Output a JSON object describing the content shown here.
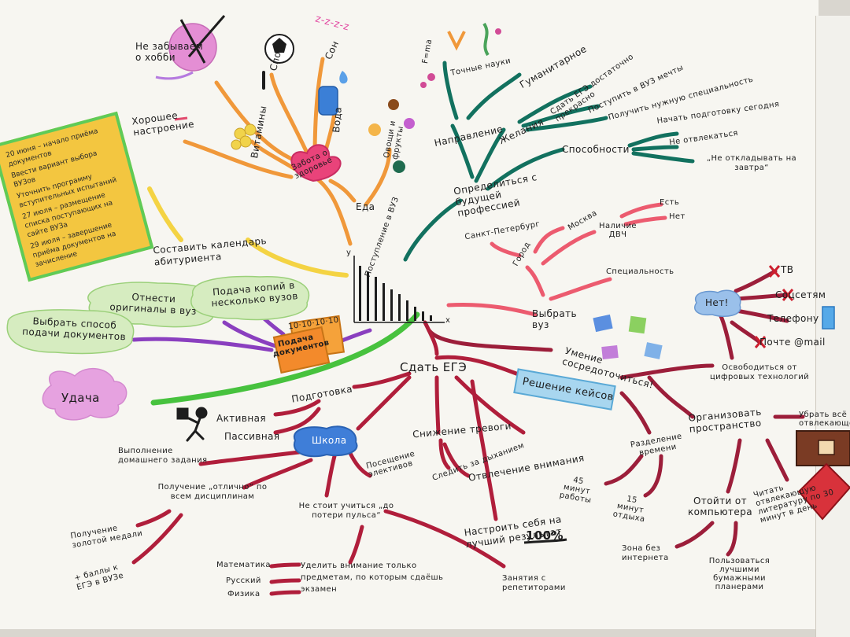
{
  "center": {
    "title": "Поступление в ВУЗ",
    "axis_y": "y",
    "axis_x": "x"
  },
  "health": {
    "center": "Забота о здоровье",
    "hobby": "Не забываем о хобби",
    "sport": "Спорт",
    "sleep": "Сон",
    "sleep_z": "z-z-z-z",
    "water": "Вода",
    "vitamins": "Витамины",
    "mood": "Хорошее настроение",
    "fruits": "Овощи и фрукты",
    "food": "Еда"
  },
  "calendar": {
    "label": "Составить календарь абитуриента",
    "note": [
      "20 июня – начало приёма документов",
      "Ввести вариант выбора ВУЗов",
      "Уточнить программу вступительных испытаний",
      "27 июля – размещение списка поступающих на сайте ВУЗа",
      "29 июля – завершение приёма документов на зачисление"
    ]
  },
  "documents": {
    "center": "Подача документов",
    "copies": "Подача копий в несколько вузов",
    "originals": "Отнести оригиналы в вуз",
    "method": "Выбрать способ подачи документов",
    "luck": "Удача",
    "dates": "10·10·10·10"
  },
  "profession": {
    "center": "Определиться с будущей профессией",
    "direction": "Направление",
    "natural": "Точные науки",
    "humanities": "Гуманитарное",
    "formula": "F=ma",
    "desires": "Желания",
    "d1": "Сдать ЕГЭ достаточно прекрасно",
    "d2": "Поступить в ВУЗ мечты",
    "d3": "Получить нужную специальность",
    "abilities": "Способности",
    "a1": "Начать подготовку сегодня",
    "a2": "Не отвлекаться",
    "a3": "„Не откладывать на завтра“"
  },
  "university": {
    "center": "Выбрать вуз",
    "city": "Город",
    "spb": "Санкт-Петербург",
    "moscow": "Москва",
    "dormitory": "Наличие ДВЧ",
    "yes": "Есть",
    "no": "Нет",
    "specialty": "Специальность"
  },
  "focus": {
    "center": "Умение сосредоточиться!",
    "digital": "Освободиться от цифровых технологий",
    "no_word": "Нет!",
    "tv": "ТВ",
    "social": "Соцсетям",
    "phone": "Телефону",
    "mail": "Почте @mail",
    "space": "Организовать пространство",
    "remove": "Убрать всё отвлекающее",
    "read": "Читать отвлекающую литературу по 30 минут в день",
    "time": "Разделение времени",
    "work": "45 минут работы",
    "rest": "15 минут отдыха",
    "computer": "Отойти от компьютера",
    "no_internet": "Зона без интернета",
    "planners": "Пользоваться лучшими бумажными планерами"
  },
  "exam": {
    "center": "Сдать ЕГЭ",
    "cases": "Решение кейсов",
    "prep": "Подготовка",
    "active": "Активная",
    "passive": "Пассивная",
    "school": "Школа",
    "homework": "Выполнение домашнего задания",
    "excellent": "Получение „отлично“ по всем дисциплинам",
    "gold": "Получение золотой медали",
    "bonus": "+ баллы к ЕГЭ в ВУЗе",
    "electives": "Посещение элективов",
    "not_study": "Не стоит учиться „до потери пульса“",
    "anxiety": "Снижение тревоги",
    "breath": "Следить за дыханием",
    "distract": "Отвлечение внимания",
    "tune": "Настроить себя на лучший результат",
    "score": "100%",
    "tutors": "Занятия с репетиторами",
    "math": "Математика",
    "russian": "Русский",
    "physics": "Физика",
    "focus_only": "Уделить внимание только предметам, по которым сдаёшь экзамен"
  }
}
